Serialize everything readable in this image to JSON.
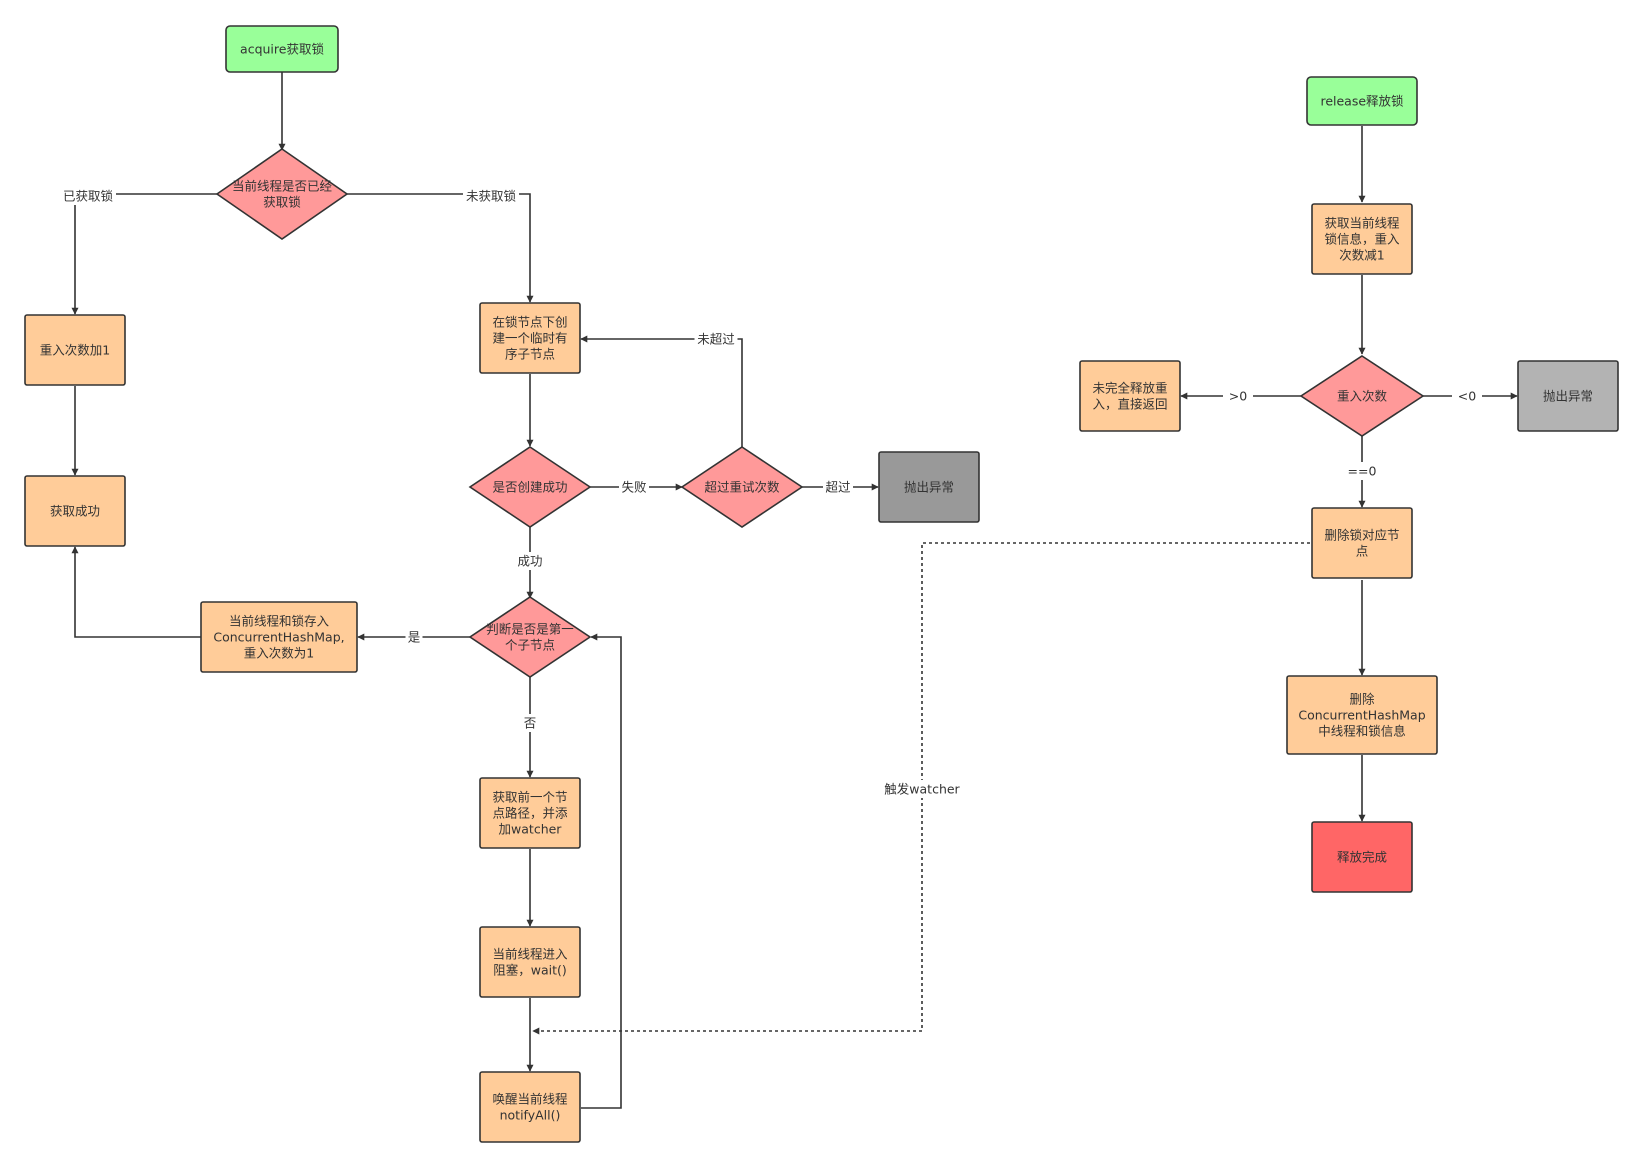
{
  "nodes": {
    "acquire": [
      "acquire获取锁"
    ],
    "check_held": [
      "当前线程是否已经",
      "获取锁"
    ],
    "reentry_inc": [
      "重入次数加1"
    ],
    "acquire_success": [
      "获取成功"
    ],
    "create_node": [
      "在锁节点下创",
      "建一个临时有",
      "序子节点"
    ],
    "create_ok": [
      "是否创建成功"
    ],
    "retry_exceeded": [
      "超过重试次数"
    ],
    "throw_acquire": [
      "抛出异常"
    ],
    "first_child": [
      "判断是否是第一",
      "个子节点"
    ],
    "store_map": [
      "当前线程和锁存入",
      "ConcurrentHashMap,",
      "重入次数为1"
    ],
    "prev_watcher": [
      "获取前一个节",
      "点路径，并添",
      "加watcher"
    ],
    "block_wait": [
      "当前线程进入",
      "阻塞，wait()"
    ],
    "notify_all": [
      "唤醒当前线程",
      "notifyAll()"
    ],
    "release": [
      "release释放锁"
    ],
    "get_lock_info": [
      "获取当前线程",
      "锁信息，重入",
      "次数减1"
    ],
    "reentry_count": [
      "重入次数"
    ],
    "not_full_release": [
      "未完全释放重",
      "入，直接返回"
    ],
    "throw_release": [
      "抛出异常"
    ],
    "delete_node": [
      "删除锁对应节",
      "点"
    ],
    "delete_map": [
      "删除",
      "ConcurrentHashMap",
      "中线程和锁信息"
    ],
    "release_done": [
      "释放完成"
    ]
  },
  "edge_labels": {
    "held_yes": "已获取锁",
    "held_no": "未获取锁",
    "create_fail": "失败",
    "create_success": "成功",
    "retry_not_exceeded": "未超过",
    "retry_exceeded": "超过",
    "first_yes": "是",
    "first_no": "否",
    "count_gt": ">0",
    "count_lt": "<0",
    "count_eq": "==0",
    "trigger_watcher": "触发watcher"
  },
  "colors": {
    "start": "#99ff99",
    "process": "#ffcc99",
    "decision": "#ff9999",
    "error_dark": "#999999",
    "error_light": "#b3b3b3",
    "end": "#ff6666",
    "stroke": "#333333"
  }
}
